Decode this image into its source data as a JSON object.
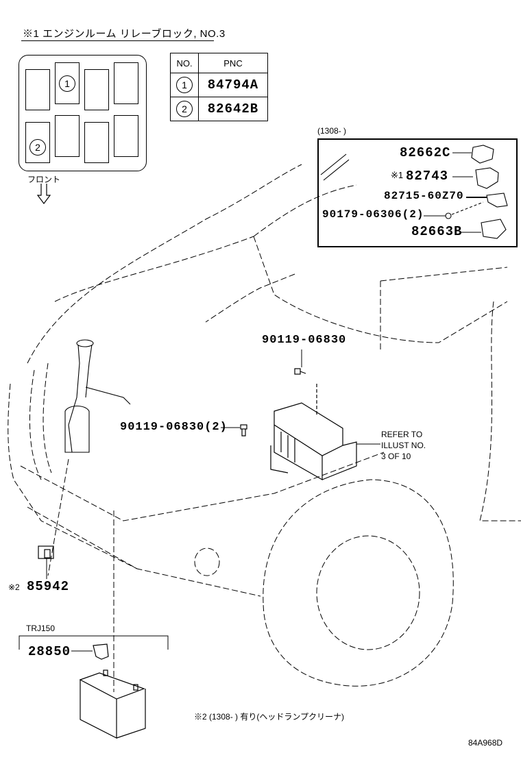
{
  "header": {
    "title": "※1 エンジンルーム  リレーブロック, NO.3"
  },
  "relay_block": {
    "front_label": "フロント",
    "markers": [
      "1",
      "2"
    ]
  },
  "pnc_table": {
    "headers": [
      "NO.",
      "PNC"
    ],
    "rows": [
      {
        "no": "1",
        "pnc": "84794A"
      },
      {
        "no": "2",
        "pnc": "82642B"
      }
    ]
  },
  "inset": {
    "date_label": "(1308-        )",
    "parts": [
      {
        "prefix": "",
        "pnc": "82662C"
      },
      {
        "prefix": "※1",
        "pnc": "82743"
      },
      {
        "prefix": "",
        "pnc": "82715-60Z70"
      },
      {
        "prefix": "",
        "pnc": "90179-06306(2)"
      },
      {
        "prefix": "",
        "pnc": "82663B"
      }
    ]
  },
  "callouts": {
    "bolt_top": "90119-06830",
    "bolt_pair": "90119-06830(2)",
    "refer_line1": "REFER TO",
    "refer_line2": "ILLUST NO.",
    "refer_line3": "3 OF 10",
    "washer_prefix": "※2",
    "washer_pnc": "85942",
    "battery_group": "TRJ150",
    "battery_pnc": "28850"
  },
  "footnote": "※2 (1308-        ) 有り(ヘッドランプクリーナ)",
  "figure_id": "84A968D"
}
